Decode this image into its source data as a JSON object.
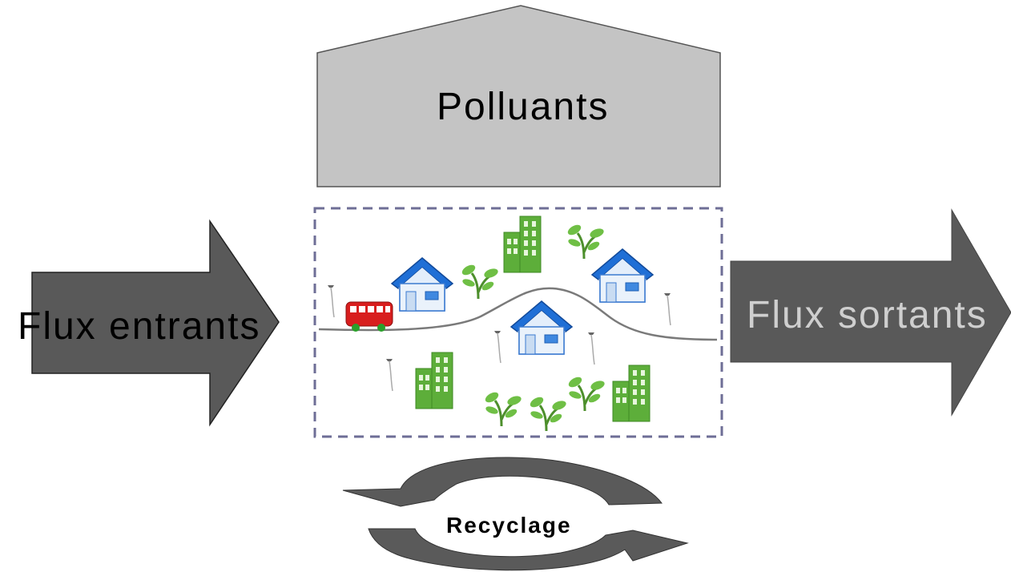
{
  "labels": {
    "pollutants": "Polluants",
    "flux_in": "Flux entrants",
    "flux_out": "Flux sortants",
    "recycling": "Recyclage"
  },
  "colors": {
    "pollutant_box": "#c4c4c4",
    "arrow": "#595959",
    "arrow_out_text": "#cfcfcf",
    "dashed_border": "#6e6e96",
    "house_roof": "#1f6fd6",
    "house_wall": "#eaf2fb",
    "building": "#5dae3a",
    "plant": "#5ea83a",
    "bus": "#d81e1e",
    "road": "#7a7a7a",
    "recycle_arrow": "#5a5a5a"
  },
  "icons": [
    "house-icon",
    "building-icon",
    "plant-icon",
    "bus-icon",
    "street-lamp-icon",
    "recycle-arrows-icon"
  ]
}
